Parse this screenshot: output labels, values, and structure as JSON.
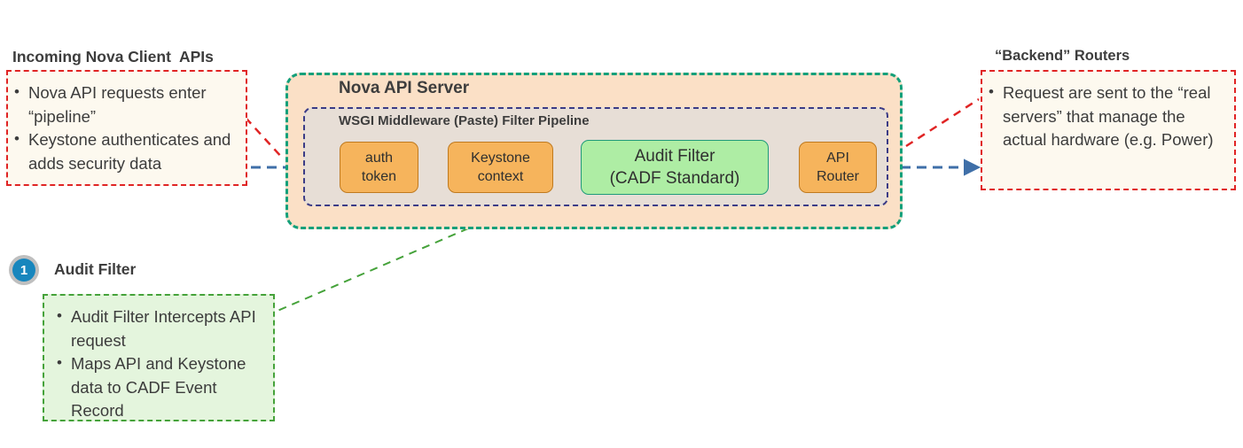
{
  "diagram": {
    "title_left": "Incoming Nova Client  APIs",
    "title_right": "“Backend” Routers",
    "callout_badge_title": "Audit Filter",
    "badge_number": "1"
  },
  "left_callout": {
    "name": "incoming-nova-client-apis",
    "bullets": [
      "Nova API requests enter “pipeline”",
      "Keystone authenticates and adds security data"
    ]
  },
  "right_callout": {
    "name": "backend-routers",
    "bullets": [
      "Request are sent to the “real servers” that manage the actual hardware (e.g. Power)"
    ]
  },
  "bottom_callout": {
    "name": "audit-filter-detail",
    "bullets": [
      "Audit Filter Intercepts API request",
      "Maps API and Keystone data to CADF Event Record"
    ]
  },
  "server": {
    "label": "Nova API Server",
    "pipeline_label": "WSGI Middleware (Paste) Filter Pipeline",
    "nodes": [
      {
        "line1": "auth",
        "line2": "token",
        "kind": "orange"
      },
      {
        "line1": "Keystone",
        "line2": "context",
        "kind": "orange"
      },
      {
        "line1": "Audit Filter",
        "line2": "(CADF Standard)",
        "kind": "green"
      },
      {
        "line1": "API",
        "line2": "Router",
        "kind": "orange"
      }
    ]
  },
  "colors": {
    "server_fill": "#fbe0c6",
    "server_border": "#14a07a",
    "pipeline_fill": "#e7ded6",
    "pipeline_border": "#3b3b86",
    "node_orange": "#f6b45c",
    "node_green": "#aeeda4",
    "arrow_blue": "#3f6fa8",
    "leader_red": "#e02424",
    "leader_green": "#45a23a",
    "badge_blue": "#1786bd",
    "callout_red_fill": "#fdf9ef",
    "callout_green_fill": "#e4f5dd"
  }
}
